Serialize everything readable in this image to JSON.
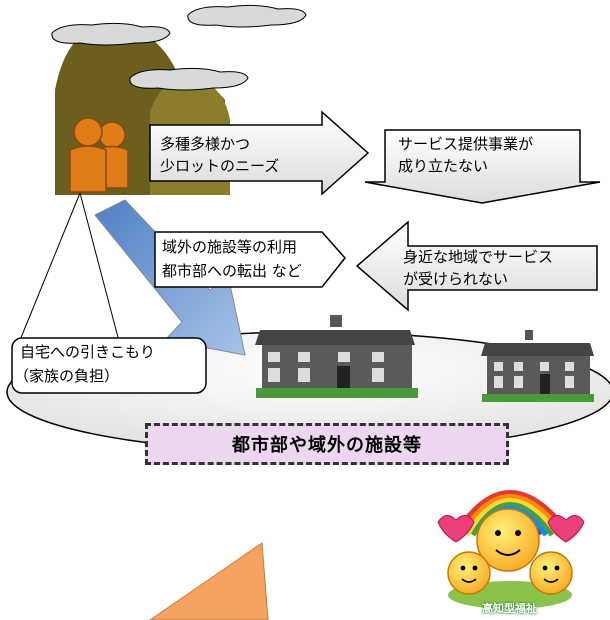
{
  "labels": {
    "need_line1": "多種多様かつ",
    "need_line2": "少ロットのニーズ",
    "service_line1": "サービス提供事業が",
    "service_line2": "成り立たない",
    "outflow_line1": "域外の施設等の利用",
    "outflow_line2": "都市部への転出 など",
    "nearby_line1": "身近な地域でサービス",
    "nearby_line2": "が受けられない",
    "home_line1": "自宅への引きこもり",
    "home_line2": "（家族の負担）",
    "facility_box": "都市部や域外の施設等",
    "logo_text": "高知型福祉"
  },
  "colors": {
    "mountain": "#6b5e1e",
    "person": "#e07c18",
    "blue_arrow": "#7aa3d6",
    "facility_box": "#ecd6f0",
    "orange_triangle": "#f4a460",
    "rainbow": [
      "#e53935",
      "#fb8c00",
      "#fdd835",
      "#43a047",
      "#1e88e5",
      "#3949ab"
    ]
  },
  "icons": [
    "cloud-icon",
    "people-icon",
    "house-icon",
    "mascot-logo-icon"
  ]
}
